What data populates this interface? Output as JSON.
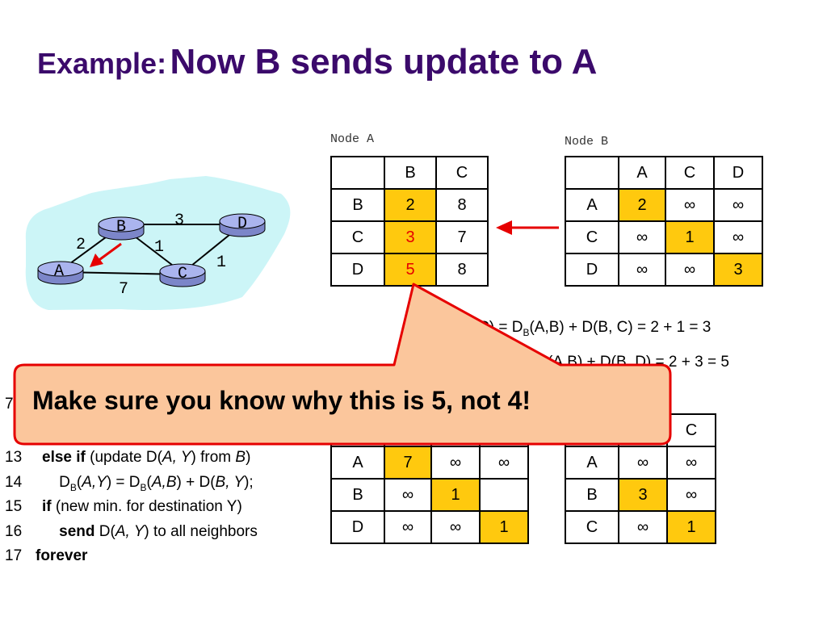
{
  "title": {
    "prefix": "Example:",
    "main": "Now B sends update to A"
  },
  "network": {
    "nodes": [
      "A",
      "B",
      "C",
      "D"
    ],
    "edges": [
      {
        "from": "A",
        "to": "B",
        "cost": "2"
      },
      {
        "from": "B",
        "to": "C",
        "cost": "1"
      },
      {
        "from": "B",
        "to": "D",
        "cost": "3"
      },
      {
        "from": "C",
        "to": "D",
        "cost": "1"
      },
      {
        "from": "A",
        "to": "C",
        "cost": "7"
      }
    ],
    "colors": {
      "cloud": "#ccf5f7",
      "router_top": "#aab4ee",
      "router_side": "#7c86c9",
      "arrow": "#e60000"
    }
  },
  "node_a": {
    "label": "Node A",
    "header": [
      "",
      "B",
      "C"
    ],
    "rows": [
      [
        "B",
        "2",
        "8"
      ],
      [
        "C",
        "3",
        "7"
      ],
      [
        "D",
        "5",
        "8"
      ]
    ]
  },
  "node_b": {
    "label": "Node B",
    "header": [
      "",
      "A",
      "C",
      "D"
    ],
    "rows": [
      [
        "A",
        "2",
        "∞",
        "∞"
      ],
      [
        "C",
        "∞",
        "1",
        "∞"
      ],
      [
        "D",
        "∞",
        "∞",
        "3"
      ]
    ]
  },
  "node_c": {
    "rows": [
      [
        "A",
        "7",
        "∞",
        "∞"
      ],
      [
        "B",
        "∞",
        "1",
        ""
      ],
      [
        "D",
        "∞",
        "∞",
        "1"
      ]
    ]
  },
  "node_d": {
    "header": [
      "",
      "",
      "C"
    ],
    "rows": [
      [
        "A",
        "∞",
        "∞"
      ],
      [
        "B",
        "3",
        "∞"
      ],
      [
        "C",
        "∞",
        "1"
      ]
    ]
  },
  "equations": {
    "eq1": {
      "pre": "C) = D",
      "sub": "B",
      "post": "(A,B) + D(B, C)  = 2 + 1 = 3"
    },
    "eq2": {
      "text": "(A,B) + D(B, D)  = 2 + 3 = 5"
    }
  },
  "code": {
    "partial_line_num": "7",
    "lines": [
      {
        "num": "13",
        "parts": [
          "else if",
          " (update D(",
          "A, Y",
          ") from ",
          "B",
          ")"
        ]
      },
      {
        "num": "14",
        "parts": [
          "D",
          "B",
          "(",
          "A,Y",
          ") = D",
          "B",
          "(",
          "A,B",
          ") + D(",
          "B, Y",
          ");"
        ]
      },
      {
        "num": "15",
        "parts": [
          "if",
          " (new min. for destination Y)"
        ]
      },
      {
        "num": "16",
        "parts": [
          "send",
          " D(",
          "A, Y",
          ") to all neighbors"
        ]
      },
      {
        "num": "17",
        "parts": [
          "forever"
        ]
      }
    ]
  },
  "callout": {
    "text": "Make sure you know why this is 5, not 4!",
    "fill": "#fbc69c",
    "border": "#e60000"
  }
}
